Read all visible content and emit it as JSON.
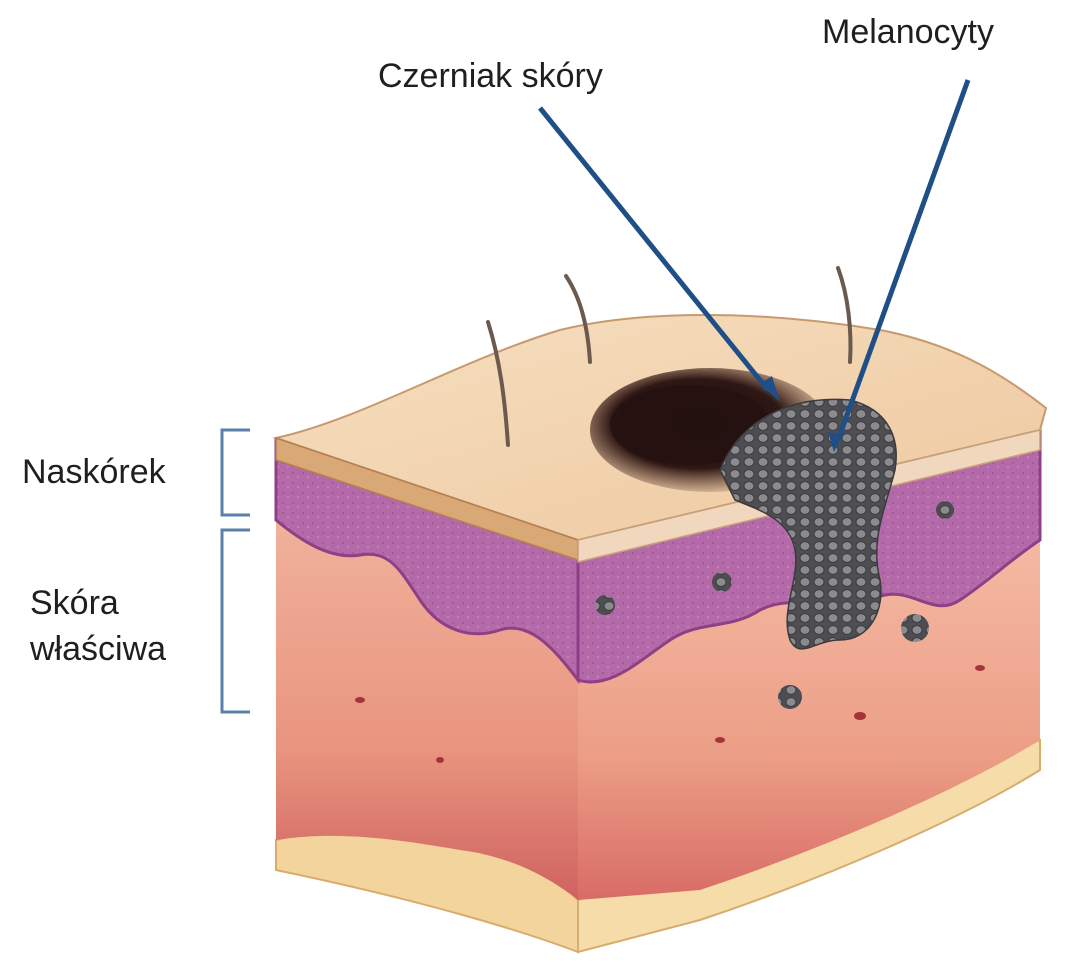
{
  "labels": {
    "melanocytes": "Melanocyty",
    "skin_melanoma": "Czerniak skóry",
    "epidermis": "Naskórek",
    "dermis_line1": "Skóra",
    "dermis_line2": "właściwa"
  },
  "colors": {
    "leader_line": "#1e4f86",
    "bracket": "#5b7fa8",
    "surface": "#f2d2ad",
    "epidermis": "#b86aa6",
    "dermis": "#e79a86",
    "fat": "#f4d7a1",
    "melanoma": "#2a1714",
    "melanocyte_cells": "#6e6e72"
  }
}
